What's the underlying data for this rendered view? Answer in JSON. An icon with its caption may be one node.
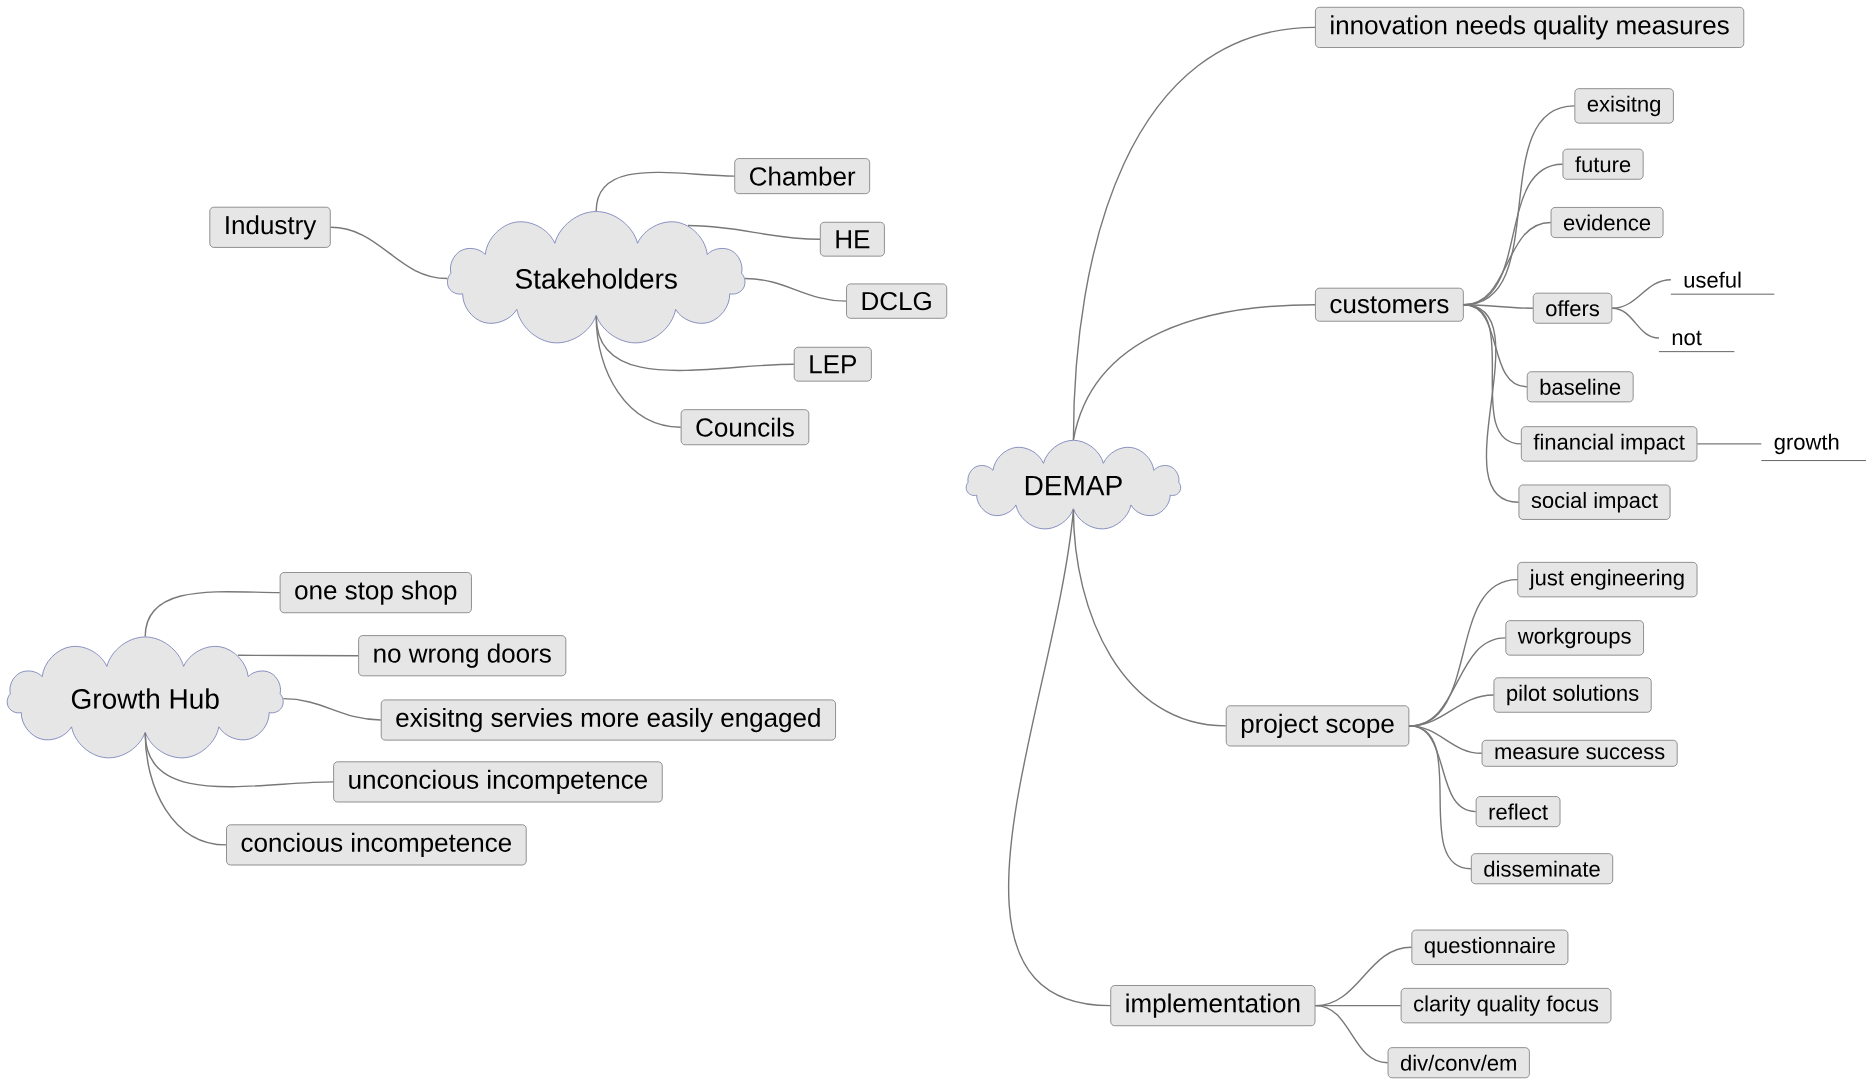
{
  "diagram": {
    "nodes": [
      {
        "text": [
          "Stakeholders"
        ]
      },
      {
        "text": [
          "Industry"
        ]
      },
      {
        "text": [
          "Chamber"
        ]
      },
      {
        "text": [
          "HE"
        ]
      },
      {
        "text": [
          "DCLG"
        ]
      },
      {
        "text": [
          "LEP"
        ]
      },
      {
        "text": [
          "Councils"
        ]
      },
      {
        "text": [
          "Growth Hub"
        ]
      },
      {
        "text": [
          "one stop shop"
        ]
      },
      {
        "text": [
          "no wrong doors"
        ]
      },
      {
        "text": [
          "exisitng servies more easily engaged"
        ]
      },
      {
        "text": [
          "unconcious incompetence"
        ]
      },
      {
        "text": [
          "concious incompetence"
        ]
      },
      {
        "text": [
          "DEMAP"
        ]
      },
      {
        "text": [
          "innovation needs quality measures"
        ]
      },
      {
        "text": [
          "customers"
        ]
      },
      {
        "text": [
          "exisitng"
        ]
      },
      {
        "text": [
          "future"
        ]
      },
      {
        "text": [
          "evidence"
        ]
      },
      {
        "text": [
          "offers"
        ]
      },
      {
        "text": [
          "useful"
        ]
      },
      {
        "text": [
          "not"
        ]
      },
      {
        "text": [
          "baseline"
        ]
      },
      {
        "text": [
          "financial impact"
        ]
      },
      {
        "text": [
          "growth"
        ]
      },
      {
        "text": [
          "social impact"
        ]
      },
      {
        "text": [
          "project scope"
        ]
      },
      {
        "text": [
          "just engineering"
        ]
      },
      {
        "text": [
          "workgroups"
        ]
      },
      {
        "text": [
          "pilot solutions"
        ]
      },
      {
        "text": [
          "measure success"
        ]
      },
      {
        "text": [
          "reflect"
        ]
      },
      {
        "text": [
          "disseminate"
        ]
      },
      {
        "text": [
          "implementation"
        ]
      },
      {
        "text": [
          "questionnaire"
        ]
      },
      {
        "text": [
          "clarity quality focus"
        ]
      },
      {
        "text": [
          "div/conv/em"
        ]
      }
    ],
    "edges": [
      {
        "from": 0,
        "to": 1,
        "arrow": "none"
      },
      {
        "from": 0,
        "to": 2,
        "arrow": "none"
      },
      {
        "from": 0,
        "to": 3,
        "arrow": "none"
      },
      {
        "from": 0,
        "to": 4,
        "arrow": "none"
      },
      {
        "from": 0,
        "to": 5,
        "arrow": "none"
      },
      {
        "from": 0,
        "to": 6,
        "arrow": "none"
      },
      {
        "from": 7,
        "to": 8,
        "arrow": "none"
      },
      {
        "from": 7,
        "to": 9,
        "arrow": "none"
      },
      {
        "from": 7,
        "to": 10,
        "arrow": "none"
      },
      {
        "from": 7,
        "to": 11,
        "arrow": "none"
      },
      {
        "from": 7,
        "to": 12,
        "arrow": "none"
      },
      {
        "from": 13,
        "to": 14,
        "arrow": "none"
      },
      {
        "from": 13,
        "to": 15,
        "arrow": "none"
      },
      {
        "from": 15,
        "to": 16,
        "arrow": "none"
      },
      {
        "from": 15,
        "to": 17,
        "arrow": "none"
      },
      {
        "from": 15,
        "to": 18,
        "arrow": "none"
      },
      {
        "from": 15,
        "to": 19,
        "arrow": "none"
      },
      {
        "from": 19,
        "to": 20,
        "arrow": "none"
      },
      {
        "from": 19,
        "to": 21,
        "arrow": "none"
      },
      {
        "from": 15,
        "to": 22,
        "arrow": "none"
      },
      {
        "from": 15,
        "to": 23,
        "arrow": "none"
      },
      {
        "from": 23,
        "to": 24,
        "arrow": "none"
      },
      {
        "from": 15,
        "to": 25,
        "arrow": "none"
      },
      {
        "from": 13,
        "to": 26,
        "arrow": "none"
      },
      {
        "from": 26,
        "to": 27,
        "arrow": "none"
      },
      {
        "from": 26,
        "to": 28,
        "arrow": "none"
      },
      {
        "from": 26,
        "to": 29,
        "arrow": "none"
      },
      {
        "from": 26,
        "to": 30,
        "arrow": "none"
      },
      {
        "from": 26,
        "to": 31,
        "arrow": "none"
      },
      {
        "from": 26,
        "to": 32,
        "arrow": "none"
      },
      {
        "from": 13,
        "to": 33,
        "arrow": "none"
      },
      {
        "from": 33,
        "to": 34,
        "arrow": "none"
      },
      {
        "from": 33,
        "to": 35,
        "arrow": "none"
      },
      {
        "from": 33,
        "to": 36,
        "arrow": "none"
      }
    ]
  }
}
